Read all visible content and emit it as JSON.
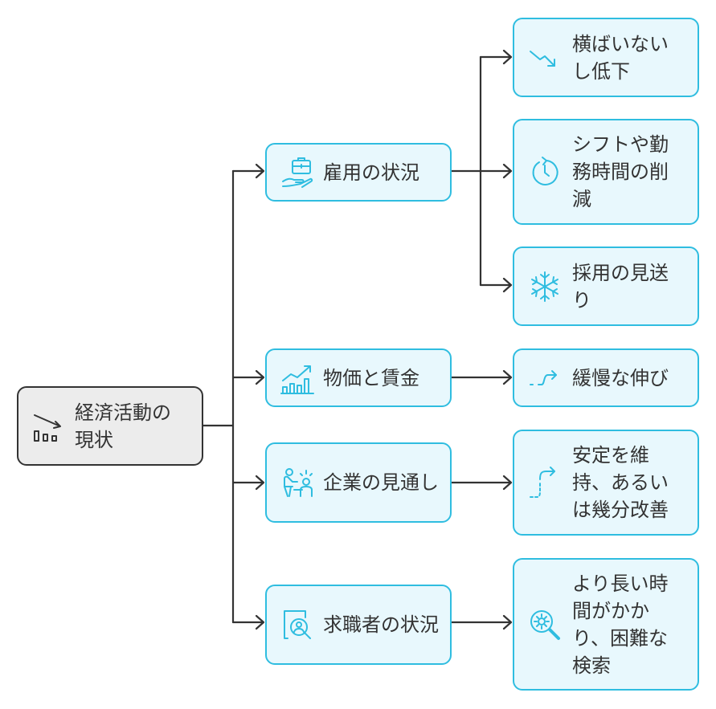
{
  "root": {
    "label": "経済活動の現状",
    "icon": "declining-bar-chart-icon"
  },
  "branches": [
    {
      "label": "雇用の状況",
      "icon": "hand-holding-briefcase-icon",
      "children": [
        {
          "label": "横ばいないし低下",
          "icon": "trend-down-arrow-icon"
        },
        {
          "label": "シフトや勤務時間の削減",
          "icon": "clock-reset-icon"
        },
        {
          "label": "採用の見送り",
          "icon": "snowflake-icon"
        }
      ]
    },
    {
      "label": "物価と賃金",
      "icon": "rising-bar-chart-icon",
      "children": [
        {
          "label": "緩慢な伸び",
          "icon": "slow-rising-arrow-icon"
        }
      ]
    },
    {
      "label": "企業の見通し",
      "icon": "business-meeting-icon",
      "children": [
        {
          "label": "安定を維持、あるいは幾分改善",
          "icon": "dashed-rising-arrow-icon"
        }
      ]
    },
    {
      "label": "求職者の状況",
      "icon": "job-seeker-profile-icon",
      "children": [
        {
          "label": "より長い時間がかかり、困難な検索",
          "icon": "search-magnifier-icon"
        }
      ]
    }
  ],
  "colors": {
    "accent": "#2fbde0",
    "node_fill": "#e8f8fd",
    "root_fill": "#ececec",
    "text": "#333333",
    "line": "#333333"
  }
}
